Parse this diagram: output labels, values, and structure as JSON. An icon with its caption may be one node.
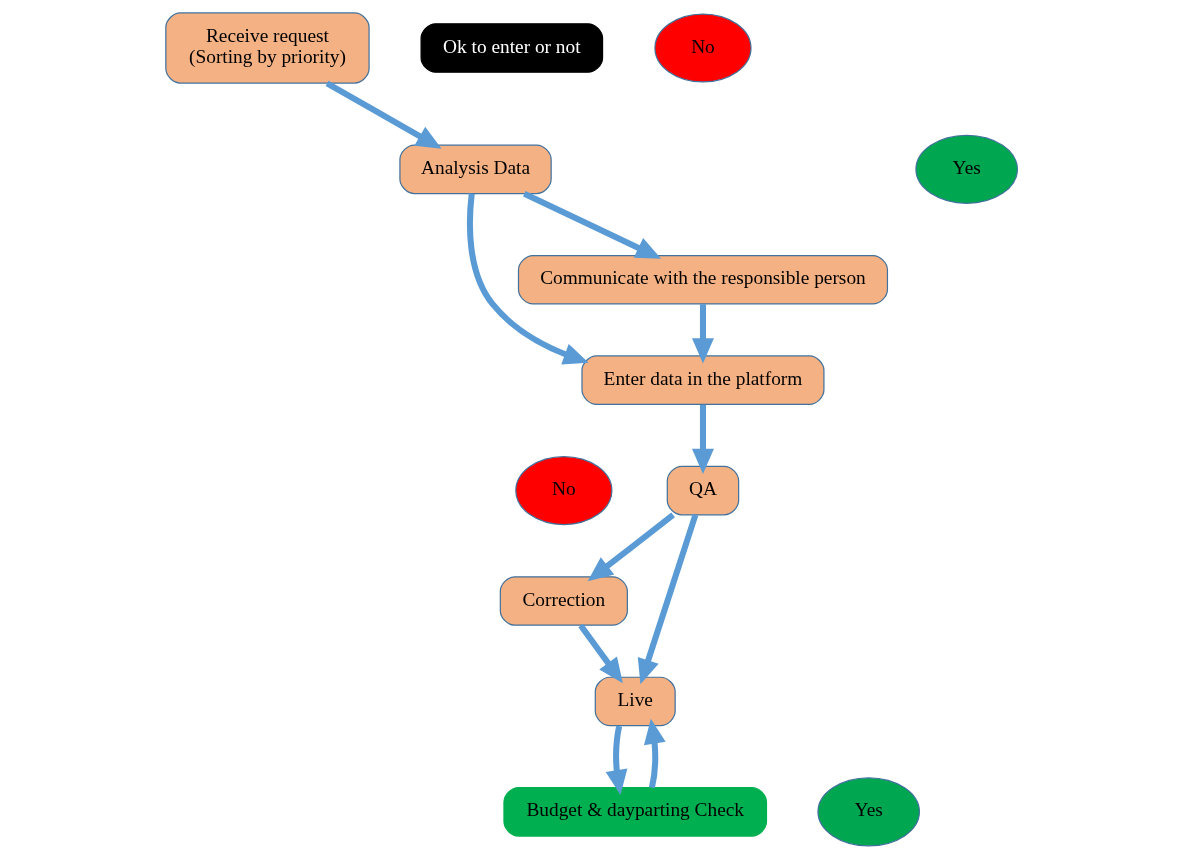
{
  "diagram": {
    "nodes": [
      {
        "text": [
          "Receive request",
          "(Sorting by priority)"
        ]
      },
      {
        "text": [
          "Ok to enter or not"
        ]
      },
      {
        "text": [
          "No"
        ]
      },
      {
        "text": [
          "Analysis Data"
        ]
      },
      {
        "text": [
          "Communicate with the responsible person"
        ]
      },
      {
        "text": [
          "Yes"
        ]
      },
      {
        "text": [
          "Enter data in the platform"
        ]
      },
      {
        "text": [
          "QA"
        ]
      },
      {
        "text": [
          "No"
        ]
      },
      {
        "text": [
          "Budget & dayparting Check"
        ]
      },
      {
        "text": [
          "Yes"
        ]
      },
      {
        "text": [
          "Correction"
        ]
      },
      {
        "text": [
          "Live"
        ]
      }
    ],
    "edges": [
      {
        "from": 0,
        "to": 3,
        "arrow": "to"
      },
      {
        "from": 3,
        "to": 6,
        "arrow": "to"
      },
      {
        "from": 3,
        "to": 4,
        "arrow": "to"
      },
      {
        "from": 4,
        "to": 6,
        "arrow": "to"
      },
      {
        "from": 6,
        "to": 7,
        "arrow": "to"
      },
      {
        "from": 7,
        "to": 12,
        "arrow": "to"
      },
      {
        "from": 7,
        "to": 11,
        "arrow": "to"
      },
      {
        "from": 11,
        "to": 12,
        "arrow": "to"
      },
      {
        "from": 12,
        "to": 9,
        "arrow": "to"
      },
      {
        "from": 9,
        "to": 12,
        "arrow": "to"
      }
    ]
  }
}
